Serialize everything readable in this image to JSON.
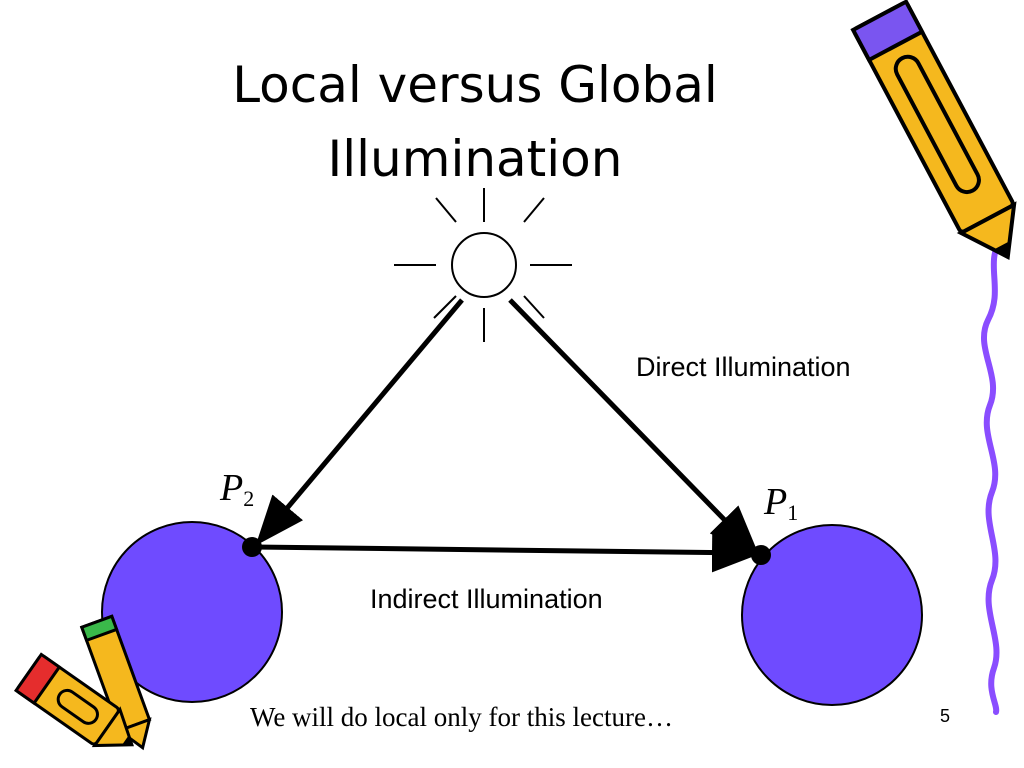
{
  "slide": {
    "title_line1": "Local versus Global",
    "title_line2": "Illumination",
    "direct_label": "Direct Illumination",
    "indirect_label": "Indirect Illumination",
    "p2_letter": "P",
    "p2_sub": "2",
    "p1_letter": "P",
    "p1_sub": "1",
    "footer": "We will do local only for this lecture…",
    "slide_number": "5"
  },
  "colors": {
    "sphere_fill": "#6f4bff",
    "pencil_body": "#f5b81e",
    "pencil_accent": "#7a55f0",
    "squiggle": "#8a4dff"
  },
  "icons": [
    "sun-icon",
    "pencil-icon",
    "squiggle-border"
  ]
}
